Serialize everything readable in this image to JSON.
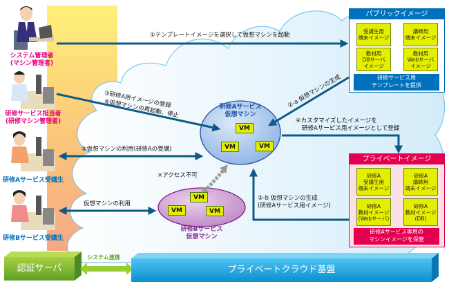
{
  "actors": [
    {
      "id": "system-admin",
      "label_line1": "システム管理者",
      "label_line2": "(マシン管理者)",
      "color": "#e4007f"
    },
    {
      "id": "training-staff",
      "label_line1": "研修サービス担当者",
      "label_line2": "(研修マシン管理者)",
      "color": "#e4007f"
    },
    {
      "id": "student-a",
      "label_line1": "研修Aサービス受講生",
      "color": "#0071bc"
    },
    {
      "id": "student-b",
      "label_line1": "研修Bサービス受講生",
      "color": "#0071bc"
    }
  ],
  "flows": {
    "step1": "①テンプレートイメージを選択して仮想マシンを起動",
    "step2a": "②-a 仮想マシンの生成",
    "step2b_line1": "②-b 仮想マシンの生成",
    "step2b_line2": "(研修Aサービス用イメージ)",
    "step3": "③研修A用イメージの登録",
    "step6": "⑥仮想マシンの再起動、停止",
    "step4_line1": "④カスタマイズしたイメージを",
    "step4_line2": "研修Aサービス用イメージとして登録",
    "step5": "⑤仮想マシンの利用(研修Aの受講)",
    "b_usage": "仮想マシンの利用",
    "no_access": "×アクセス不可",
    "system_link": "システム連携"
  },
  "vm_groups": {
    "a": {
      "line1": "研修Aサービス",
      "line2": "仮想マシン",
      "vm_label": "VM"
    },
    "b": {
      "line1": "研修Bサービス",
      "line2": "仮想マシン",
      "vm_label": "VM"
    }
  },
  "public_images": {
    "title": "パブリックイメージ",
    "items": [
      {
        "line1": "受講生用",
        "line2": "端末イメージ"
      },
      {
        "line1": "講師用",
        "line2": "端末イメージ"
      },
      {
        "line1": "教材用",
        "line2": "DBサーバ",
        "line3": "イメージ"
      },
      {
        "line1": "教材用",
        "line2": "Webサーバ",
        "line3": "イメージ"
      }
    ],
    "footer_line1": "研修サービス用",
    "footer_line2": "テンプレートを提供",
    "color": "#0071bc"
  },
  "private_images": {
    "title": "プライベートイメージ",
    "items": [
      {
        "line1": "研修A",
        "line2": "受講生用",
        "line3": "端末イメージ"
      },
      {
        "line1": "研修A",
        "line2": "講師用",
        "line3": "端末イメージ"
      },
      {
        "line1": "研修A",
        "line2": "教材イメージ",
        "line3": "(Webサーバ)"
      },
      {
        "line1": "研修A",
        "line2": "教材イメージ",
        "line3": "(DB)"
      }
    ],
    "footer_line1": "研修Aサービス専用の",
    "footer_line2": "マシンイメージを保管",
    "color": "#e4004f"
  },
  "infrastructure": {
    "auth_server": "認証サーバ",
    "private_cloud": "プライベートクラウド基盤"
  }
}
